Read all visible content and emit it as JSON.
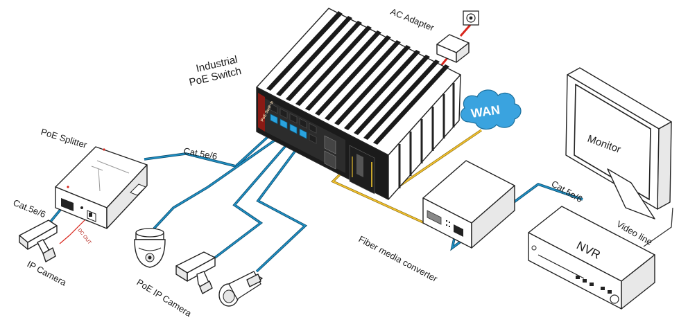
{
  "labels": {
    "switch_line1": "Industrial",
    "switch_line2": "PoE Switch",
    "switch_brand": "PoE Switch",
    "ac_adapter": "AC Adapter",
    "wan": "WAN",
    "monitor": "Monitor",
    "nvr": "NVR",
    "video_line": "Video line",
    "fiber_media_converter": "Fiber media converter",
    "poe_splitter": "PoE Splitter",
    "cat_splitter": "Cat.5e/6",
    "cat_camera": "Cat.5e/6",
    "cat_nvr": "Cat.5e/6",
    "dc_out": "DC OUT",
    "ip_camera": "IP Camera",
    "poe_ip_camera": "PoE IP Camera"
  },
  "colors": {
    "utp_cable": "#1f8fc4",
    "fiber_cable": "#f2c12e",
    "power_cable": "#d9261c",
    "wan_cloud": "#3aa3df"
  },
  "icons": {
    "switch": "industrial-poe-switch-icon",
    "adapter": "ac-adapter-icon",
    "outlet": "wall-outlet-icon",
    "cloud": "cloud-icon",
    "monitor": "monitor-icon",
    "nvr": "nvr-recorder-icon",
    "converter": "fiber-media-converter-icon",
    "splitter": "poe-splitter-icon",
    "cameras": [
      "bullet-camera-icon",
      "dome-camera-icon",
      "box-camera-icon",
      "bullet-camera-icon"
    ]
  }
}
